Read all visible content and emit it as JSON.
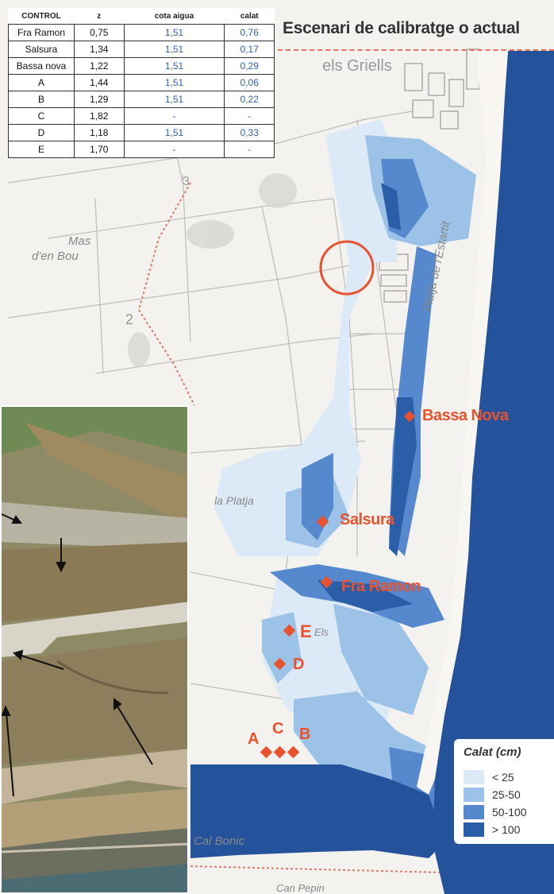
{
  "title": "Escenari de calibratge o actual",
  "control_table": {
    "headers": [
      "CONTROL",
      "z",
      "cota aigua",
      "calat"
    ],
    "rows": [
      [
        "Fra Ramon",
        "0,75",
        "1,51",
        "0,76"
      ],
      [
        "Salsura",
        "1,34",
        "1,51",
        "0,17"
      ],
      [
        "Bassa nova",
        "1,22",
        "1,51",
        "0,29"
      ],
      [
        "A",
        "1,44",
        "1,51",
        "0,06"
      ],
      [
        "B",
        "1,29",
        "1,51",
        "0,22"
      ],
      [
        "C",
        "1,82",
        "-",
        "-"
      ],
      [
        "D",
        "1,18",
        "1,51",
        "0,33"
      ],
      [
        "E",
        "1,70",
        "-",
        "-"
      ]
    ]
  },
  "map_labels": {
    "els_griells": "els Griells",
    "mas_den_bou_1": "Mas",
    "mas_den_bou_2": "d'en Bou",
    "la_platja": "la Platja",
    "platja_estartit": "Platja de l'Estartit",
    "cal_bonic": "Cal Bonic",
    "can_pepin": "Can Pepin",
    "num_2": "2",
    "num_3": "3",
    "els": "Els"
  },
  "places": {
    "bassa_nova": "Bassa Nova",
    "salsura": "Salsura",
    "fra_ramon": "Fra Ramon",
    "e": "E",
    "d": "D",
    "a": "A",
    "c": "C",
    "b": "B"
  },
  "legend": {
    "title": "Calat (cm)",
    "items": [
      {
        "label": "< 25",
        "color": "#dce9f7"
      },
      {
        "label": "25-50",
        "color": "#9cc2e8"
      },
      {
        "label": "50-100",
        "color": "#5588cc"
      },
      {
        "label": "> 100",
        "color": "#2a5ea8"
      }
    ]
  },
  "colors": {
    "sea": "#24529b",
    "marker": "#e8532f",
    "circle": "#e8532f",
    "boundary": "#d97a6a"
  },
  "icons": {
    "marker": "diamond-marker-icon",
    "highlight": "circle-highlight-icon",
    "arrow": "arrow-icon"
  }
}
